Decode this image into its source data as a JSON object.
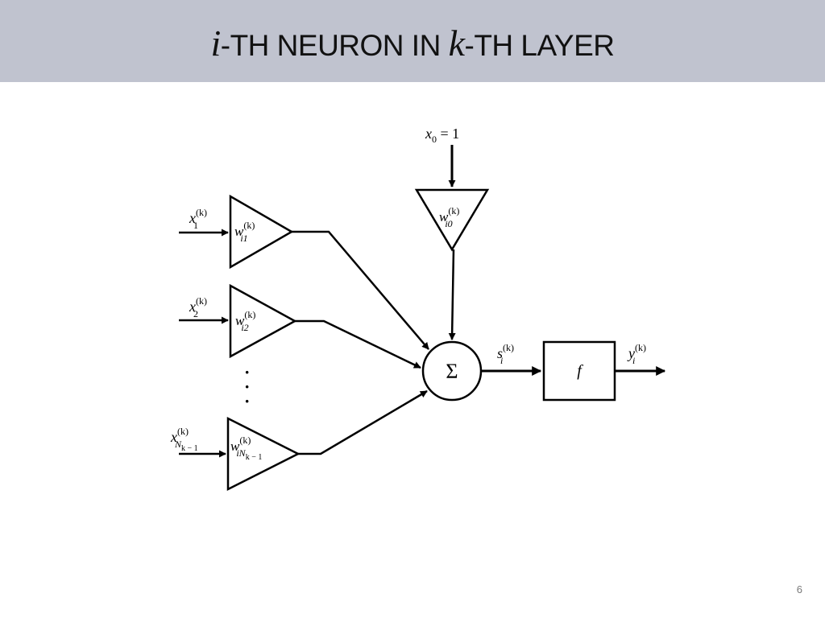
{
  "slide": {
    "title": {
      "var1": "i",
      "text1": "-TH NEURON IN ",
      "var2": "k",
      "text2": "-TH LAYER"
    },
    "page_number": "6"
  },
  "diagram": {
    "bias_input": {
      "var": "x",
      "sub": "0",
      "rest": " = 1"
    },
    "bias_weight": {
      "var": "w",
      "sup": "(k)",
      "sub": "i0"
    },
    "inputs": [
      {
        "var": "x",
        "sup": "(k)",
        "sub": "1"
      },
      {
        "var": "x",
        "sup": "(k)",
        "sub": "2"
      },
      {
        "var": "x",
        "sup": "(k)",
        "sub": "N",
        "subsub": "k − 1"
      }
    ],
    "weights": [
      {
        "var": "w",
        "sup": "(k)",
        "sub": "i1"
      },
      {
        "var": "w",
        "sup": "(k)",
        "sub": "i2"
      },
      {
        "var": "w",
        "sup": "(k)",
        "sub": "iN",
        "subsub": "k − 1"
      }
    ],
    "ellipsis": "·",
    "sum_symbol": "Σ",
    "sum_output": {
      "var": "s",
      "sup": "(k)",
      "sub": "i"
    },
    "activation": "f",
    "output": {
      "var": "y",
      "sup": "(k)",
      "sub": "i"
    }
  },
  "colors": {
    "title_bar": "#c0c3cf",
    "ink": "#000000",
    "page_number": "#7a7a7a"
  }
}
